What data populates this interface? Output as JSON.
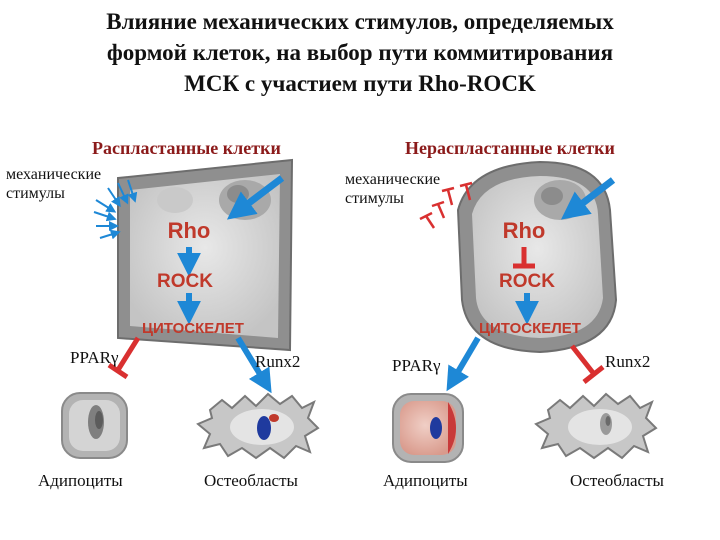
{
  "title": {
    "line1": "Влияние механических стимулов, определяемых",
    "line2": "формой клеток, на выбор пути коммитирования",
    "line3": "МСК с участием пути Rho-ROCK"
  },
  "left": {
    "heading": "Распластанные клетки",
    "stimuli_line1": "механические",
    "stimuli_line2": "стимулы",
    "rho": "Rho",
    "rock": "ROCK",
    "cytoskeleton": "ЦИТОСКЕЛЕТ",
    "ppar": "PPARγ",
    "runx": "Runx2",
    "adipocytes": "Адипоциты",
    "osteoblasts": "Остеобласты"
  },
  "right": {
    "heading": "Нераспластанные клетки",
    "stimuli_line1": "механические",
    "stimuli_line2": "стимулы",
    "rho": "Rho",
    "rock": "ROCK",
    "cytoskeleton": "ЦИТОСКЕЛЕТ",
    "ppar": "PPARγ",
    "runx": "Runx2",
    "adipocytes": "Адипоциты",
    "osteoblasts": "Остеобласты"
  },
  "colors": {
    "activation_arrow": "#1e88d6",
    "inhibition": "#d93030",
    "molecule_text": "#c0392b",
    "cell_outer": "#8f8f8f",
    "cell_inner": "#d6d6d6"
  }
}
